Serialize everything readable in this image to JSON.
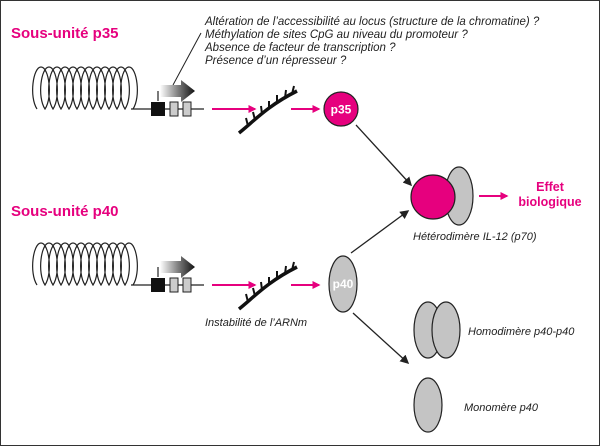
{
  "colors": {
    "accent": "#e6007e",
    "protein_gray": "#c4c4c4",
    "stroke": "#222222"
  },
  "p35_section": {
    "title": "Sous-unité p35",
    "protein_label": "p35",
    "questions": [
      "Altération de l’accessibilité au locus (structure de la chromatine) ?",
      "Méthylation de sites CpG au niveau du promoteur ?",
      "Absence de facteur de transcription ?",
      "Présence d’un répresseur ?"
    ]
  },
  "p40_section": {
    "title": "Sous-unité p40",
    "protein_label": "p40",
    "mrna_note": "Instabilité de l’ARNm"
  },
  "products": {
    "heterodimer": "Hétérodimère IL-12 (p70)",
    "homodimer": "Homodimère p40-p40",
    "monomer": "Monomère p40"
  },
  "effect": {
    "line1": "Effet",
    "line2": "biologique"
  }
}
